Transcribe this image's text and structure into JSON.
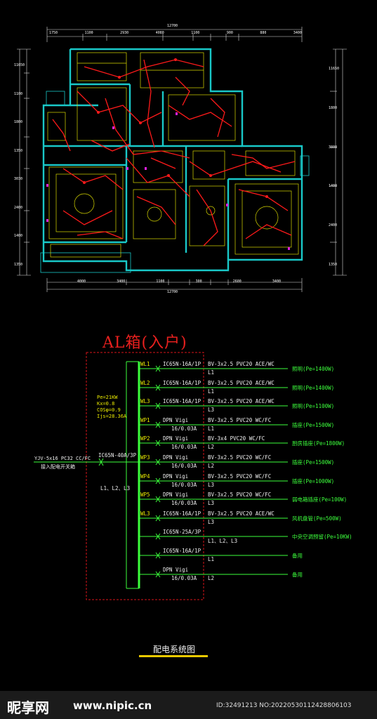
{
  "plan": {
    "top_total": "12700",
    "top_dims": [
      "1750",
      "1100",
      "2930",
      "4080",
      "1100",
      "900",
      "880",
      "3400"
    ],
    "bottom_total": "12700",
    "bottom_dims": [
      "4000",
      "3400",
      "1100",
      "300",
      "2600",
      "3400"
    ],
    "left_dims": [
      "11650",
      "1100",
      "1800",
      "1350",
      "3030",
      "2400",
      "1400",
      "1350"
    ],
    "right_dims": [
      "11650",
      "1800",
      "3800",
      "1400",
      "2400",
      "1350"
    ]
  },
  "panel": {
    "title": "AL箱(入户)",
    "incoming_line_1": "YJV-5x16 PC32 CC/FC",
    "incoming_line_2": "接入配电开关箱",
    "main_breaker": "IC65N-40A/3P",
    "phases": "L1、L2、L3",
    "params": [
      "Pe=21KW",
      "Kx=0.8",
      "COSφ=0.9",
      "Ijs=28.36A"
    ]
  },
  "circuits": [
    {
      "id": "WL1",
      "breaker": "IC65N-16A/1P",
      "breaker2": "",
      "cable": "BV-3x2.5 PVC20 ACE/WC",
      "phase": "L1",
      "load": "照明(Pe=1400W)"
    },
    {
      "id": "WL2",
      "breaker": "IC65N-16A/1P",
      "breaker2": "",
      "cable": "BV-3x2.5 PVC20 ACE/WC",
      "phase": "L1",
      "load": "照明(Pe=1400W)"
    },
    {
      "id": "WL3",
      "breaker": "IC65N-16A/1P",
      "breaker2": "",
      "cable": "BV-3x2.5 PVC20 ACE/WC",
      "phase": "L3",
      "load": "照明(Pe=1100W)"
    },
    {
      "id": "WP1",
      "breaker": "DPN Vigi",
      "breaker2": "16/0.03A",
      "cable": "BV-3x2.5  PVC20  WC/FC",
      "phase": "L1",
      "load": "插座(Pe=1500W)"
    },
    {
      "id": "WP2",
      "breaker": "DPN Vigi",
      "breaker2": "16/0.03A",
      "cable": "BV-3x4  PVC20  WC/FC",
      "phase": "L2",
      "load": "厨房插座(Pe=1800W)"
    },
    {
      "id": "WP3",
      "breaker": "DPN Vigi",
      "breaker2": "16/0.03A",
      "cable": "BV-3x2.5  PVC20  WC/FC",
      "phase": "L2",
      "load": "插座(Pe=1500W)"
    },
    {
      "id": "WP4",
      "breaker": "DPN Vigi",
      "breaker2": "16/0.03A",
      "cable": "BV-3x2.5  PVC20  WC/FC",
      "phase": "L3",
      "load": "插座(Pe=1000W)"
    },
    {
      "id": "WP5",
      "breaker": "DPN Vigi",
      "breaker2": "16/0.03A",
      "cable": "BV-3x2.5  PVC20  WC/FC",
      "phase": "L3",
      "load": "弱电箱插座(Pe=100W)"
    },
    {
      "id": "WL3",
      "breaker": "IC65N-16A/1P",
      "breaker2": "",
      "cable": "BV-3x2.5 PVC20 ACE/WC",
      "phase": "L3",
      "load": "风机盘管(Pe=500W)"
    },
    {
      "id": "",
      "breaker": "IC65N-25A/3P",
      "breaker2": "",
      "cable": "",
      "phase": "L1、L2、L3",
      "load": "中央空调预留(Pe=10KW)"
    },
    {
      "id": "",
      "breaker": "IC65N-16A/1P",
      "breaker2": "",
      "cable": "",
      "phase": "L1",
      "load": "备用"
    },
    {
      "id": "",
      "breaker": "DPN Vigi",
      "breaker2": "16/0.03A",
      "cable": "",
      "phase": "L2",
      "load": "备用"
    }
  ],
  "diagram_caption": "配电系统图",
  "footer": {
    "logo_text": "昵享网",
    "site": "www.nipic.cn",
    "id_text": "ID:32491213 NO:20220530112428806103"
  },
  "colors": {
    "background": "#000000",
    "panel_border": "#d7141a",
    "bus": "#3cff3c",
    "label": "#e9e900",
    "wall": "#19c8c8",
    "wiring": "#ff1a1a"
  }
}
